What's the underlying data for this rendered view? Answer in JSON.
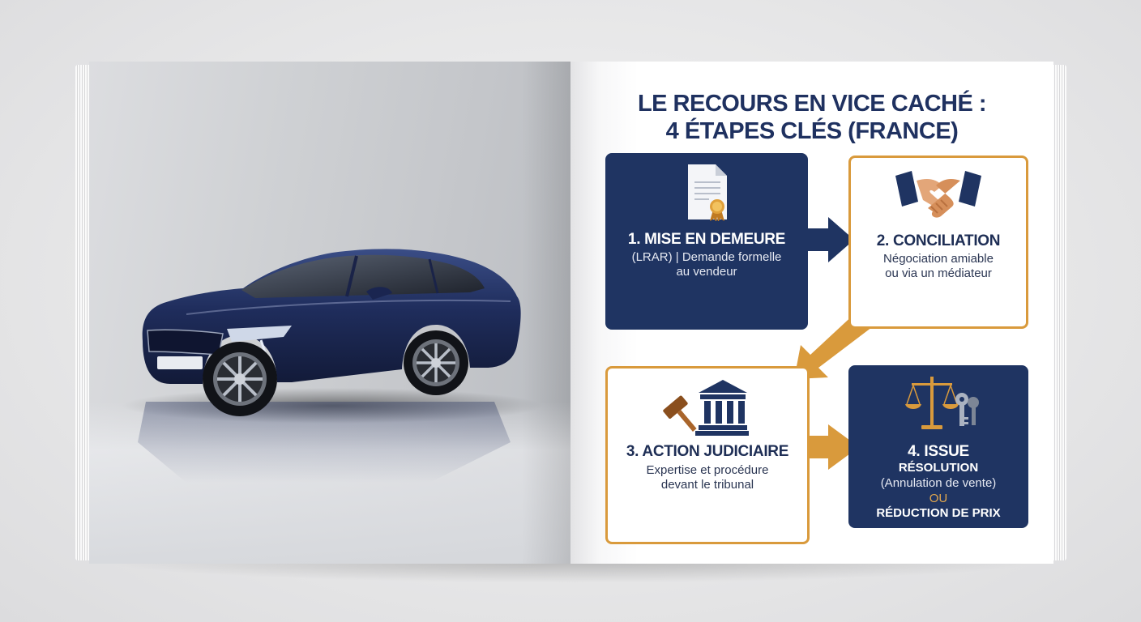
{
  "infographic": {
    "title_line1": "LE RECOURS EN VICE CACHÉ :",
    "title_line2": "4 ÉTAPES CLÉS (FRANCE)",
    "steps": [
      {
        "heading": "1. MISE EN DEMEURE",
        "desc_line1": "(LRAR) | Demande formelle",
        "desc_line2": "au vendeur",
        "icon": "certificate-document-icon"
      },
      {
        "heading": "2. CONCILIATION",
        "desc_line1": "Négociation amiable",
        "desc_line2": "ou via un médiateur",
        "icon": "handshake-icon"
      },
      {
        "heading": "3. ACTION JUDICIAIRE",
        "desc_line1": "Expertise et procédure",
        "desc_line2": "devant le tribunal",
        "icon": "gavel-courthouse-icon"
      },
      {
        "heading": "4. ISSUE",
        "line1": "RÉSOLUTION",
        "line2": "(Annulation de vente)",
        "line3": "OU",
        "line4": "RÉDUCTION DE PRIX",
        "icon": "scales-keys-icon"
      }
    ]
  },
  "colors": {
    "navy": "#1f3462",
    "gold": "#d99a3c",
    "title": "#1f3160",
    "car_body": "#1f2d5c"
  }
}
